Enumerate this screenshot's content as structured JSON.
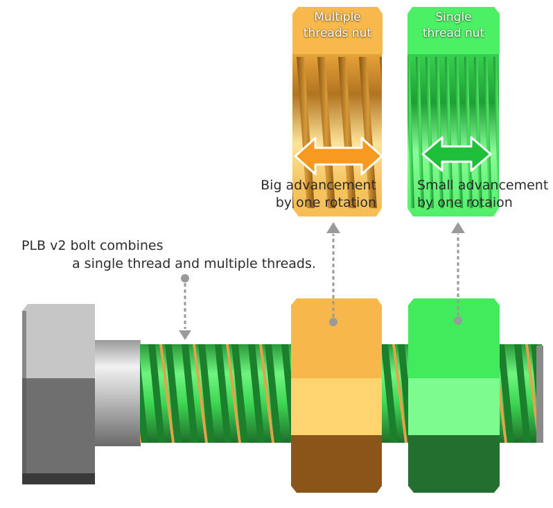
{
  "labels": {
    "multi_nut_title": [
      "Multiple",
      "threads nut"
    ],
    "single_nut_title": [
      "Single",
      "thread nut"
    ],
    "big_advancement": [
      "Big advancement",
      "by one rotation"
    ],
    "small_advancement": [
      "Small advancement",
      "by one rotaion"
    ],
    "bolt_caption": [
      "PLB v2 bolt combines",
      "a single thread and multiple threads."
    ]
  },
  "colors": {
    "gold": "#F6B84B",
    "gold_light": "#FDD87A",
    "gold_dark": "#8A5A16",
    "green": "#3EE85A",
    "green_light": "#7DFA8E",
    "green_dark": "#237A33",
    "steel_light": "#C8C8C8",
    "steel_dark": "#6E6E6E",
    "arrow_orange": "#F79A1F",
    "arrow_green": "#1EC03A",
    "pointer_gray": "#9A9A9A"
  }
}
